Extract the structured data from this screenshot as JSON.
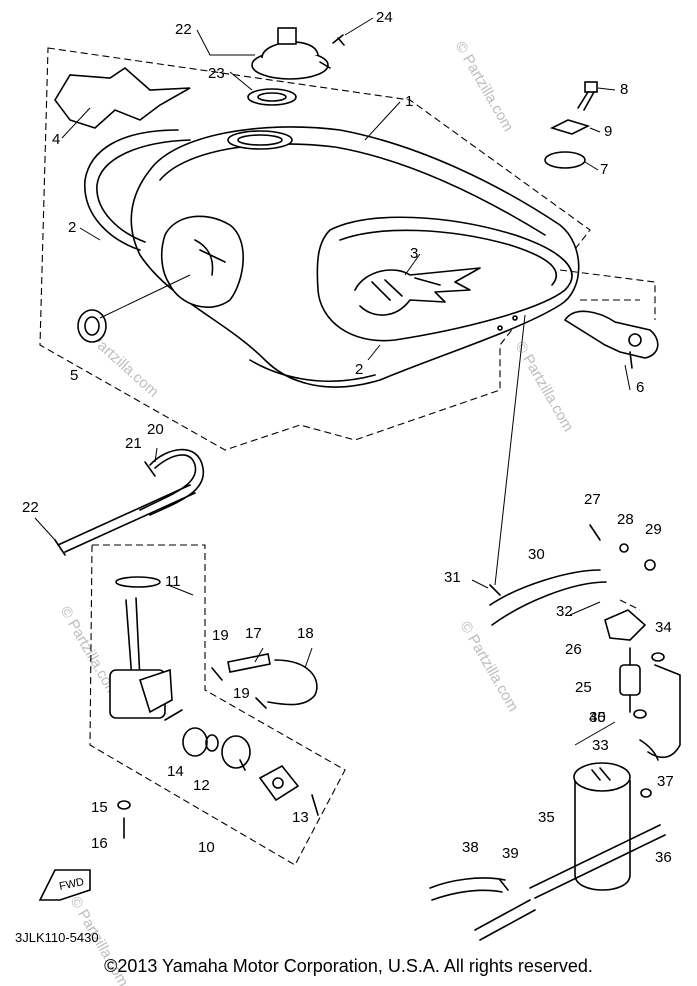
{
  "callouts": [
    {
      "id": "c1",
      "text": "1"
    },
    {
      "id": "c2a",
      "text": "2"
    },
    {
      "id": "c2b",
      "text": "2"
    },
    {
      "id": "c3",
      "text": "3"
    },
    {
      "id": "c4",
      "text": "4"
    },
    {
      "id": "c5",
      "text": "5"
    },
    {
      "id": "c6",
      "text": "6"
    },
    {
      "id": "c7",
      "text": "7"
    },
    {
      "id": "c8",
      "text": "8"
    },
    {
      "id": "c9",
      "text": "9"
    },
    {
      "id": "c10",
      "text": "10"
    },
    {
      "id": "c11",
      "text": "11"
    },
    {
      "id": "c12",
      "text": "12"
    },
    {
      "id": "c13",
      "text": "13"
    },
    {
      "id": "c14",
      "text": "14"
    },
    {
      "id": "c15",
      "text": "15"
    },
    {
      "id": "c16",
      "text": "16"
    },
    {
      "id": "c17",
      "text": "17"
    },
    {
      "id": "c18",
      "text": "18"
    },
    {
      "id": "c19a",
      "text": "19"
    },
    {
      "id": "c19b",
      "text": "19"
    },
    {
      "id": "c20",
      "text": "20"
    },
    {
      "id": "c21",
      "text": "21"
    },
    {
      "id": "c22a",
      "text": "22"
    },
    {
      "id": "c22b",
      "text": "22"
    },
    {
      "id": "c23",
      "text": "23"
    },
    {
      "id": "c24",
      "text": "24"
    },
    {
      "id": "c25",
      "text": "25"
    },
    {
      "id": "c26",
      "text": "26"
    },
    {
      "id": "c27",
      "text": "27"
    },
    {
      "id": "c28",
      "text": "28"
    },
    {
      "id": "c29",
      "text": "29"
    },
    {
      "id": "c30",
      "text": "30"
    },
    {
      "id": "c31",
      "text": "31"
    },
    {
      "id": "c32",
      "text": "32"
    },
    {
      "id": "c33",
      "text": "33"
    },
    {
      "id": "c34",
      "text": "34"
    },
    {
      "id": "c35a",
      "text": "35"
    },
    {
      "id": "c35b",
      "text": "35"
    },
    {
      "id": "c36",
      "text": "36"
    },
    {
      "id": "c37",
      "text": "37"
    },
    {
      "id": "c38",
      "text": "38"
    },
    {
      "id": "c39",
      "text": "39"
    },
    {
      "id": "c40",
      "text": "40"
    }
  ],
  "diagram_code": "3JLK110-5430",
  "fwd_label": "FWD",
  "watermarks": [
    "© Partzilla.com",
    "© Partzilla.com",
    "© Partzilla.com",
    "© Partzilla.com",
    "© Partzilla.com",
    "© Partzilla.com"
  ],
  "copyright": "©2013  Yamaha Motor Corporation, U.S.A. All rights reserved."
}
